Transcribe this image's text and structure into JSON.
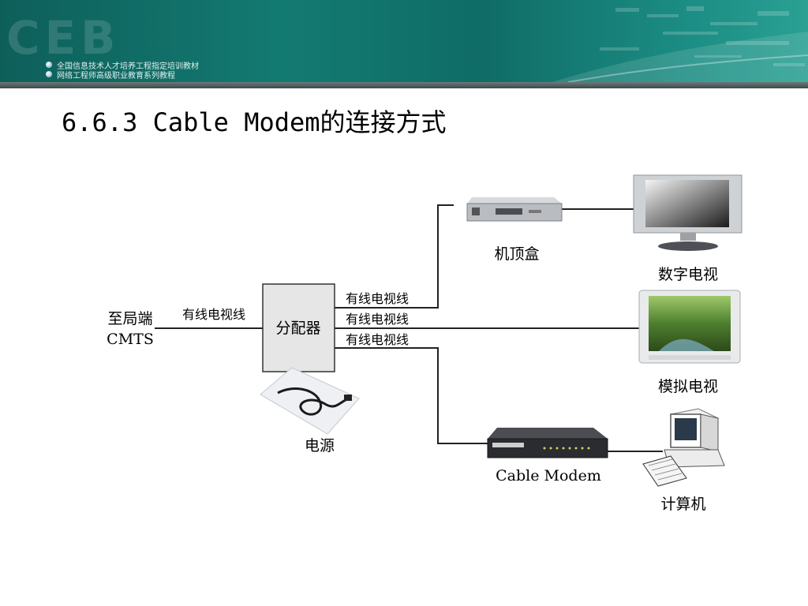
{
  "header": {
    "logo_text": "CEB",
    "line1": "全国信息技术人才培养工程指定培训教材",
    "line2": "网络工程师高级职业教育系列教程"
  },
  "title": "6.6.3 Cable Modem的连接方式",
  "diagram": {
    "source_label_1": "至局端",
    "source_label_2": "CMTS",
    "input_cable_label": "有线电视线",
    "splitter_label": "分配器",
    "out_cable_1": "有线电视线",
    "out_cable_2": "有线电视线",
    "out_cable_3": "有线电视线",
    "power_label": "电源",
    "stb_label": "机顶盒",
    "digital_tv_label": "数字电视",
    "analog_tv_label": "模拟电视",
    "modem_label": "Cable Modem",
    "computer_label": "计算机"
  }
}
